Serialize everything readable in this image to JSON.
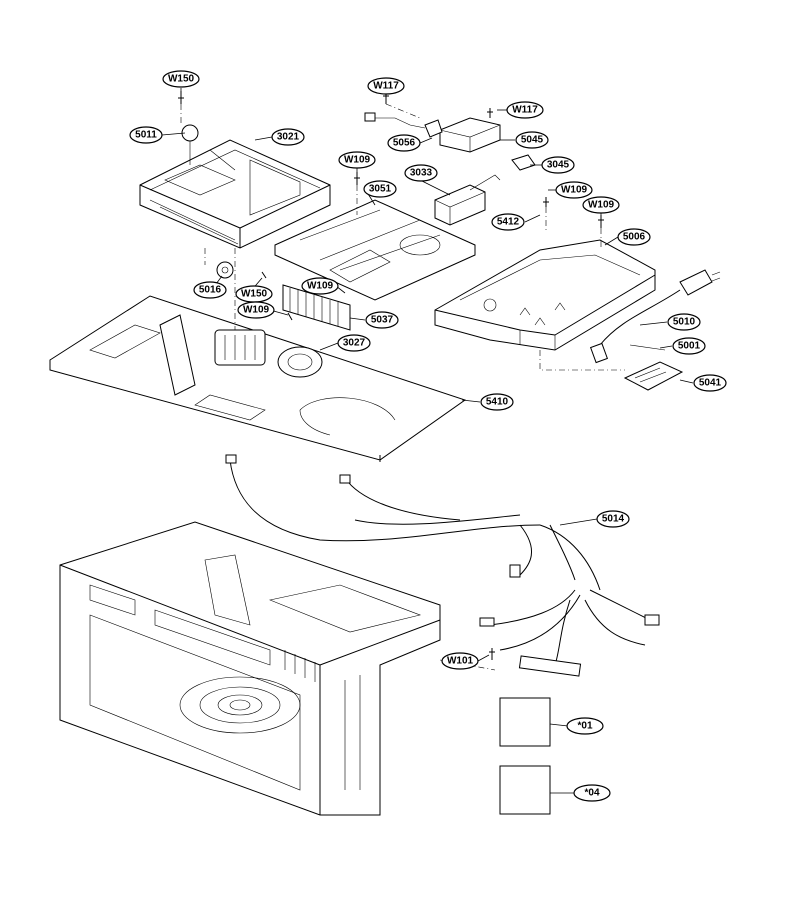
{
  "labels": [
    {
      "id": "W150",
      "text": "W150"
    },
    {
      "id": "5011",
      "text": "5011"
    },
    {
      "id": "3021",
      "text": "3021"
    },
    {
      "id": "W117a",
      "text": "W117"
    },
    {
      "id": "W117b",
      "text": "W117"
    },
    {
      "id": "5056",
      "text": "5056"
    },
    {
      "id": "5045",
      "text": "5045"
    },
    {
      "id": "3045",
      "text": "3045"
    },
    {
      "id": "W109a",
      "text": "W109"
    },
    {
      "id": "3033",
      "text": "3033"
    },
    {
      "id": "3051",
      "text": "3051"
    },
    {
      "id": "W109b",
      "text": "W109"
    },
    {
      "id": "5412",
      "text": "5412"
    },
    {
      "id": "W109c",
      "text": "W109"
    },
    {
      "id": "5006",
      "text": "5006"
    },
    {
      "id": "5016",
      "text": "5016"
    },
    {
      "id": "W150b",
      "text": "W150"
    },
    {
      "id": "W109d",
      "text": "W109"
    },
    {
      "id": "W109e",
      "text": "W109"
    },
    {
      "id": "5037",
      "text": "5037"
    },
    {
      "id": "3027",
      "text": "3027"
    },
    {
      "id": "5010",
      "text": "5010"
    },
    {
      "id": "5001",
      "text": "5001"
    },
    {
      "id": "5041",
      "text": "5041"
    },
    {
      "id": "5410",
      "text": "5410"
    },
    {
      "id": "5014",
      "text": "5014"
    },
    {
      "id": "W101",
      "text": "W101"
    },
    {
      "id": "01",
      "text": "*01"
    },
    {
      "id": "04",
      "text": "*04"
    }
  ]
}
